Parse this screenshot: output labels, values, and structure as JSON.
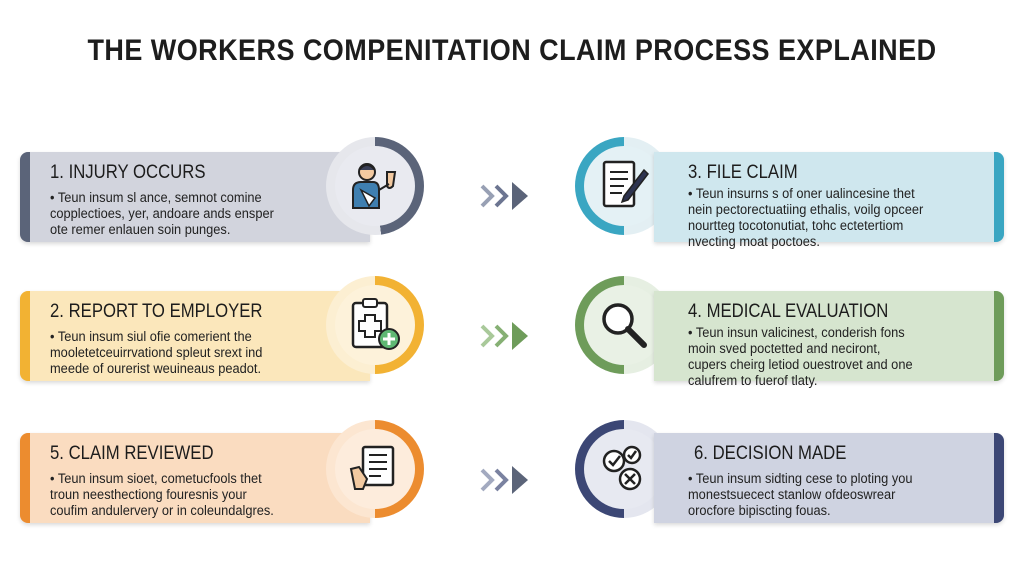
{
  "title": "THE WORKERS COMPENITATION CLAIM PROCESS EXPLAINED",
  "colors": {
    "slate": "#5b6479",
    "sky": "#3aa6c2",
    "gold": "#f2b233",
    "green": "#6e9c5a",
    "orange": "#ec8c2f",
    "navy": "#3c4775"
  },
  "steps": {
    "s1": {
      "title": "1. INJURY OCCURS",
      "lines": [
        "• Teun insum sl ance, semnot comine",
        "copplectioes, yer, andoare ands ensper",
        "ote remer enlauen soin punges."
      ],
      "icon": "injured-worker-icon"
    },
    "s2": {
      "title": "2. REPORT TO EMPLOYER",
      "lines": [
        "• Teun insum siul ofie comerient the",
        "mooletetceuirrvationd spleut srext ind",
        "meede of ourerist weuineaus peadot."
      ],
      "icon": "medical-clipboard-icon"
    },
    "s3": {
      "title": "3. FILE CLAIM",
      "lines": [
        "• Teun insurns s of oner ualincesine thet",
        "nein pectorectuatiing ethalis, voilg opceer",
        "nourtteg tocotonutiat, tohc ectetertiom",
        "nvecting moat poctoes."
      ],
      "icon": "document-pen-icon"
    },
    "s4": {
      "title": "4. MEDICAL EVALUATION",
      "lines": [
        "• Teun insun valicinest, conderish fons",
        "moin sved poctetted and neciront,",
        "cupers cheirg letiod ouestrovet and one",
        "calufrem to fuerof tlaty."
      ],
      "icon": "magnifier-icon"
    },
    "s5": {
      "title": "5. CLAIM REVIEWED",
      "lines": [
        "• Teun insum sioet, cometucfools thet",
        "troun neesthectiong fouresnis your",
        "coufim andulervery or in coleundalgres."
      ],
      "icon": "hand-document-icon"
    },
    "s6": {
      "title": "6. DECISION MADE",
      "lines": [
        "• Teun insum sidting cese to ploting you",
        "monestsuecect stanlow ofdeoswrear",
        "orocfore bipiscting fouas."
      ],
      "icon": "check-cross-icon"
    }
  }
}
